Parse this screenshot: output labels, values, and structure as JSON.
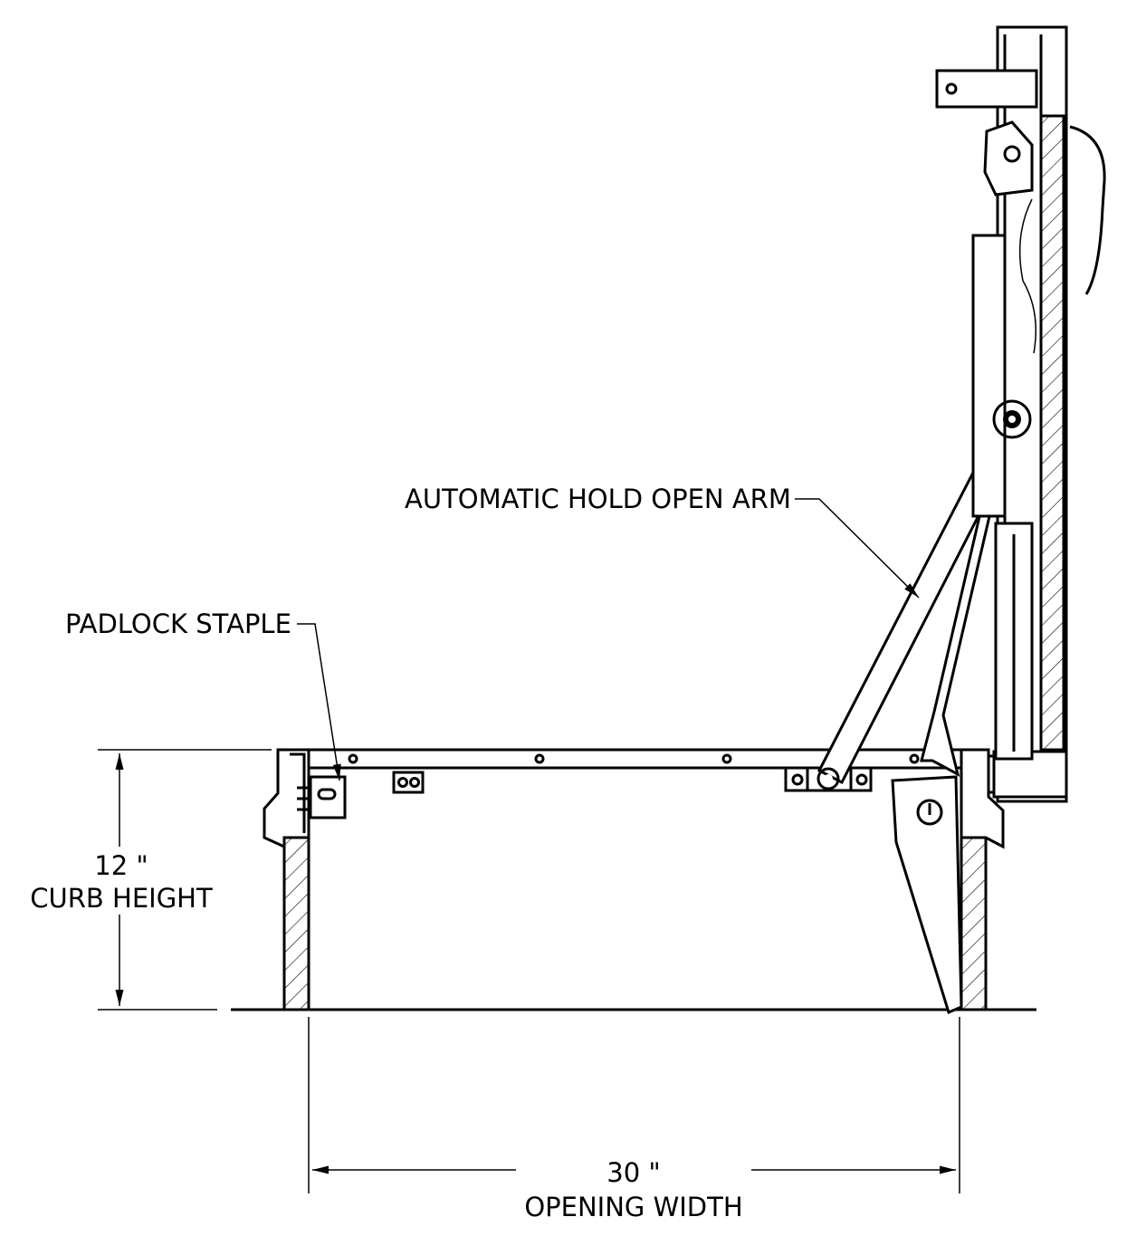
{
  "labels": {
    "hold_open_arm": "AUTOMATIC HOLD OPEN ARM",
    "padlock_staple": "PADLOCK STAPLE",
    "curb_height_value": "12 \"",
    "curb_height_label": "CURB HEIGHT",
    "opening_width_value": "30 \"",
    "opening_width_label": "OPENING WIDTH"
  }
}
